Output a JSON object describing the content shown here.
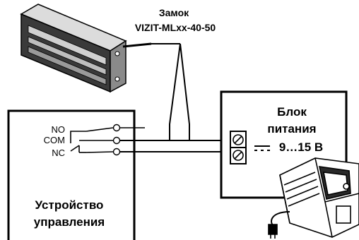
{
  "lock": {
    "title": "Замок",
    "model": "VIZIT-MLxx-40-50"
  },
  "power_supply": {
    "title_line1": "Блок",
    "title_line2": "питания",
    "voltage": "9…15 В",
    "dc_symbol": "⎓"
  },
  "controller": {
    "title_line1": "Устройство",
    "title_line2": "управления",
    "contacts": [
      "NO",
      "COM",
      "NC"
    ]
  },
  "colors": {
    "stroke": "#000000",
    "lock_dark": "#333333",
    "lock_light": "#bdbdbd",
    "adapter_fill": "#ffffff"
  }
}
